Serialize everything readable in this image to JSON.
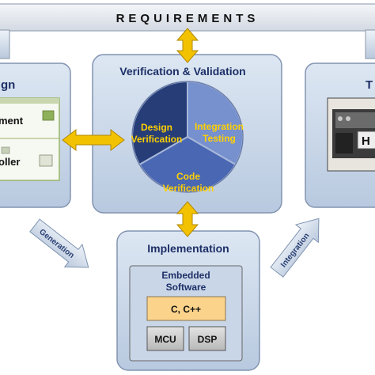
{
  "requirements": {
    "label": "REQUIREMENTS"
  },
  "design_panel": {
    "title_fragment": "gn",
    "item_1": "ment",
    "item_2": "oller"
  },
  "vv_panel": {
    "title": "Verification & Validation",
    "segments": {
      "design_line1": "Design",
      "design_line2": "Verification",
      "integration_line1": "Integration",
      "integration_line2": "Testing",
      "code_line1": "Code",
      "code_line2": "Verification"
    }
  },
  "test_panel": {
    "title_fragment": "T",
    "device_fragment": "H"
  },
  "implementation_panel": {
    "title": "Implementation",
    "embedded_line1": "Embedded",
    "embedded_line2": "Software",
    "language_box": "C, C++",
    "targets": [
      "MCU",
      "DSP"
    ]
  },
  "flow_labels": {
    "generation": "Generation",
    "integration": "Integration"
  },
  "colors": {
    "panel_fill": "#ccd9ea",
    "panel_stroke": "#7c8fab",
    "arrow_gold": "#f0c400",
    "segment_dark": "#243a72",
    "segment_mid": "#4a66b0",
    "segment_light": "#7e97d2",
    "segment_text": "#ffd000",
    "language_box": "#fbd38a"
  }
}
